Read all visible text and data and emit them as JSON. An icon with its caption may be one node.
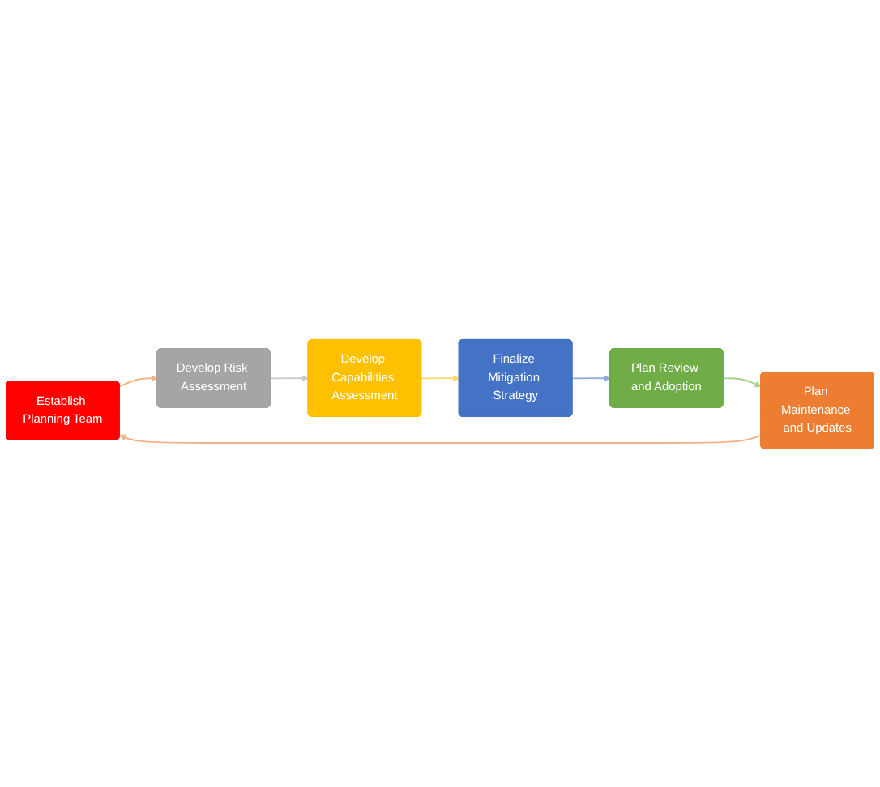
{
  "diagram": {
    "nodes": [
      {
        "text": [
          "Establish Planning Team"
        ]
      },
      {
        "text": [
          "Develop Risk Assessment"
        ]
      },
      {
        "text": [
          "Develop Capabilities Assessment"
        ]
      },
      {
        "text": [
          "Finalize Mitigation Strategy"
        ]
      },
      {
        "text": [
          "Plan Review and Adoption"
        ]
      },
      {
        "text": [
          "Plan Maintenance and Updates"
        ]
      }
    ],
    "edges": [
      {
        "from": 0,
        "to": 1,
        "arrow": "to",
        "color": "#f4b183"
      },
      {
        "from": 1,
        "to": 2,
        "arrow": "to",
        "color": "#c9c9c9"
      },
      {
        "from": 2,
        "to": 3,
        "arrow": "to",
        "color": "#ffd966"
      },
      {
        "from": 3,
        "to": 4,
        "arrow": "to",
        "color": "#8faadc"
      },
      {
        "from": 4,
        "to": 5,
        "arrow": "to",
        "color": "#a9d18e"
      },
      {
        "from": 5,
        "to": 0,
        "arrow": "to",
        "color": "#f4b183"
      }
    ]
  }
}
